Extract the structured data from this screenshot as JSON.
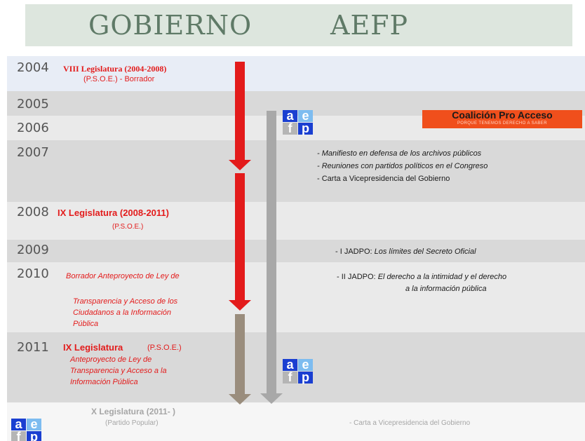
{
  "header": {
    "left_title": "GOBIERNO",
    "right_title": "AEFP"
  },
  "years": {
    "y2004": "2004",
    "y2005": "2005",
    "y2006": "2006",
    "y2007": "2007",
    "y2008": "2008",
    "y2009": "2009",
    "y2010": "2010",
    "y2011": "2011"
  },
  "gobierno": {
    "e2004_title": "VIII Legislatura (2004-2008)",
    "e2004_sub": "(P.S.O.E.)  - Borrador",
    "e2008_title": "IX Legislatura (2008-2011)",
    "e2008_sub": "(P.S.O.E.)",
    "e2010_line1": "Borrador Anteproyecto de Ley de",
    "e2010_line2": "Transparencia  y Acceso de los",
    "e2010_line3": "Ciudadanos a la Información",
    "e2010_line4": "Pública",
    "e2011_title": "IX Legislatura",
    "e2011_party": "(P.S.O.E.)",
    "e2011_line1": "Anteproyecto de Ley de",
    "e2011_line2": "Transparencia  y Acceso a la",
    "e2011_line3": "Información Pública",
    "ex_title": "X Legislatura (2011- )",
    "ex_sub": "(Partido Popular)"
  },
  "aefp": {
    "logo": {
      "a": "a",
      "e": "e",
      "f": "f",
      "p": "p"
    },
    "coalicion_title": "Coalición Pro Acceso",
    "coalicion_sub": "PORQUE TENEMOS DERECHO A SABER",
    "e2007_1": "- Manifiesto en defensa de los archivos públicos",
    "e2007_2": "-  Reuniones con partidos políticos en el Congreso",
    "e2007_3": "- Carta a Vicepresidencia del Gobierno",
    "e2009_prefix": "- I JADPO: ",
    "e2009_title": "Los límites del Secreto Oficial",
    "e2010_prefix": "- II JADPO: ",
    "e2010_line1": "El derecho a la intimidad y el derecho",
    "e2010_line2": "a la información pública",
    "ex_item": "- Carta a Vicepresidencia  del Gobierno"
  },
  "colors": {
    "red_arrow": "#e31b1b",
    "khaki_arrow": "#9a8d7d",
    "grey_arrow": "#a8a8a8",
    "coalicion": "#f04f1c",
    "logo_blue": "#1a3fd1"
  }
}
